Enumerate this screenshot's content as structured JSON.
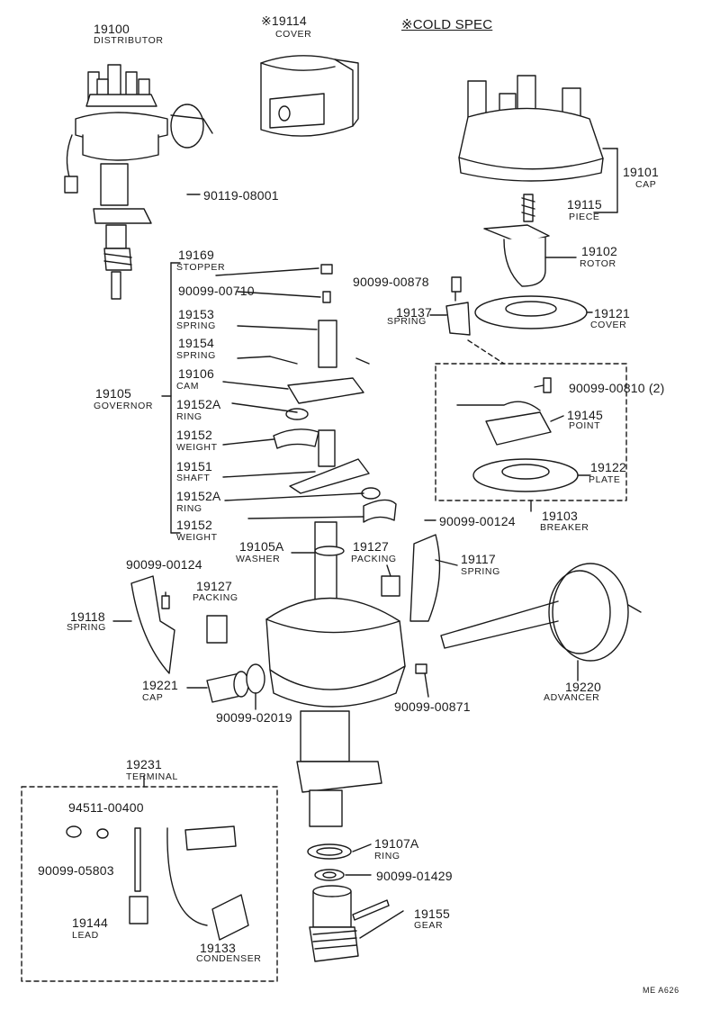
{
  "cold_spec_label": "※COLD SPEC",
  "footer_code": "ME  A626",
  "parts": [
    {
      "id": "distributor",
      "number": "19100",
      "name": "DISTRIBUTOR"
    },
    {
      "id": "cover-cold",
      "number": "※19114",
      "name": "COVER"
    },
    {
      "id": "bolt-top",
      "number": "90119-08001",
      "name": ""
    },
    {
      "id": "cap",
      "number": "19101",
      "name": "CAP"
    },
    {
      "id": "piece",
      "number": "19115",
      "name": "PIECE"
    },
    {
      "id": "rotor",
      "number": "19102",
      "name": "ROTOR"
    },
    {
      "id": "screw-cover",
      "number": "90099-00878",
      "name": ""
    },
    {
      "id": "spring-19137",
      "number": "19137",
      "name": "SPRING"
    },
    {
      "id": "cover-19121",
      "number": "19121",
      "name": "COVER"
    },
    {
      "id": "stopper",
      "number": "19169",
      "name": "STOPPER"
    },
    {
      "id": "screw-governor",
      "number": "90099-00710",
      "name": ""
    },
    {
      "id": "spring-19153",
      "number": "19153",
      "name": "SPRING"
    },
    {
      "id": "spring-19154",
      "number": "19154",
      "name": "SPRING"
    },
    {
      "id": "cam",
      "number": "19106",
      "name": "CAM"
    },
    {
      "id": "governor",
      "number": "19105",
      "name": "GOVERNOR"
    },
    {
      "id": "ring-19152a-1",
      "number": "19152A",
      "name": "RING"
    },
    {
      "id": "weight-1",
      "number": "19152",
      "name": "WEIGHT"
    },
    {
      "id": "shaft",
      "number": "19151",
      "name": "SHAFT"
    },
    {
      "id": "ring-19152a-2",
      "number": "19152A",
      "name": "RING"
    },
    {
      "id": "weight-2",
      "number": "19152",
      "name": "WEIGHT"
    },
    {
      "id": "screw-plate",
      "number": "90099-00810 (2)",
      "name": ""
    },
    {
      "id": "point",
      "number": "19145",
      "name": "POINT"
    },
    {
      "id": "plate",
      "number": "19122",
      "name": "PLATE"
    },
    {
      "id": "breaker",
      "number": "19103",
      "name": "BREAKER"
    },
    {
      "id": "screw-breaker",
      "number": "90099-00124",
      "name": ""
    },
    {
      "id": "washer",
      "number": "19105A",
      "name": "WASHER"
    },
    {
      "id": "packing-1",
      "number": "19127",
      "name": "PACKING"
    },
    {
      "id": "spring-19117",
      "number": "19117",
      "name": "SPRING"
    },
    {
      "id": "screw-spring",
      "number": "90099-00124",
      "name": ""
    },
    {
      "id": "packing-2",
      "number": "19127",
      "name": "PACKING"
    },
    {
      "id": "spring-19118",
      "number": "19118",
      "name": "SPRING"
    },
    {
      "id": "cap-19221",
      "number": "19221",
      "name": "CAP"
    },
    {
      "id": "oring",
      "number": "90099-02019",
      "name": ""
    },
    {
      "id": "advancer",
      "number": "19220",
      "name": "ADVANCER"
    },
    {
      "id": "bolt-advancer",
      "number": "90099-00871",
      "name": ""
    },
    {
      "id": "terminal",
      "number": "19231",
      "name": "TERMINAL"
    },
    {
      "id": "washer-terminal",
      "number": "94511-00400",
      "name": ""
    },
    {
      "id": "nut-terminal",
      "number": "90099-05803",
      "name": ""
    },
    {
      "id": "lead",
      "number": "19144",
      "name": "LEAD"
    },
    {
      "id": "condenser",
      "number": "19133",
      "name": "CONDENSER"
    },
    {
      "id": "ring-19107a",
      "number": "19107A",
      "name": "RING"
    },
    {
      "id": "washer-gear",
      "number": "90099-01429",
      "name": ""
    },
    {
      "id": "gear",
      "number": "19155",
      "name": "GEAR"
    }
  ]
}
